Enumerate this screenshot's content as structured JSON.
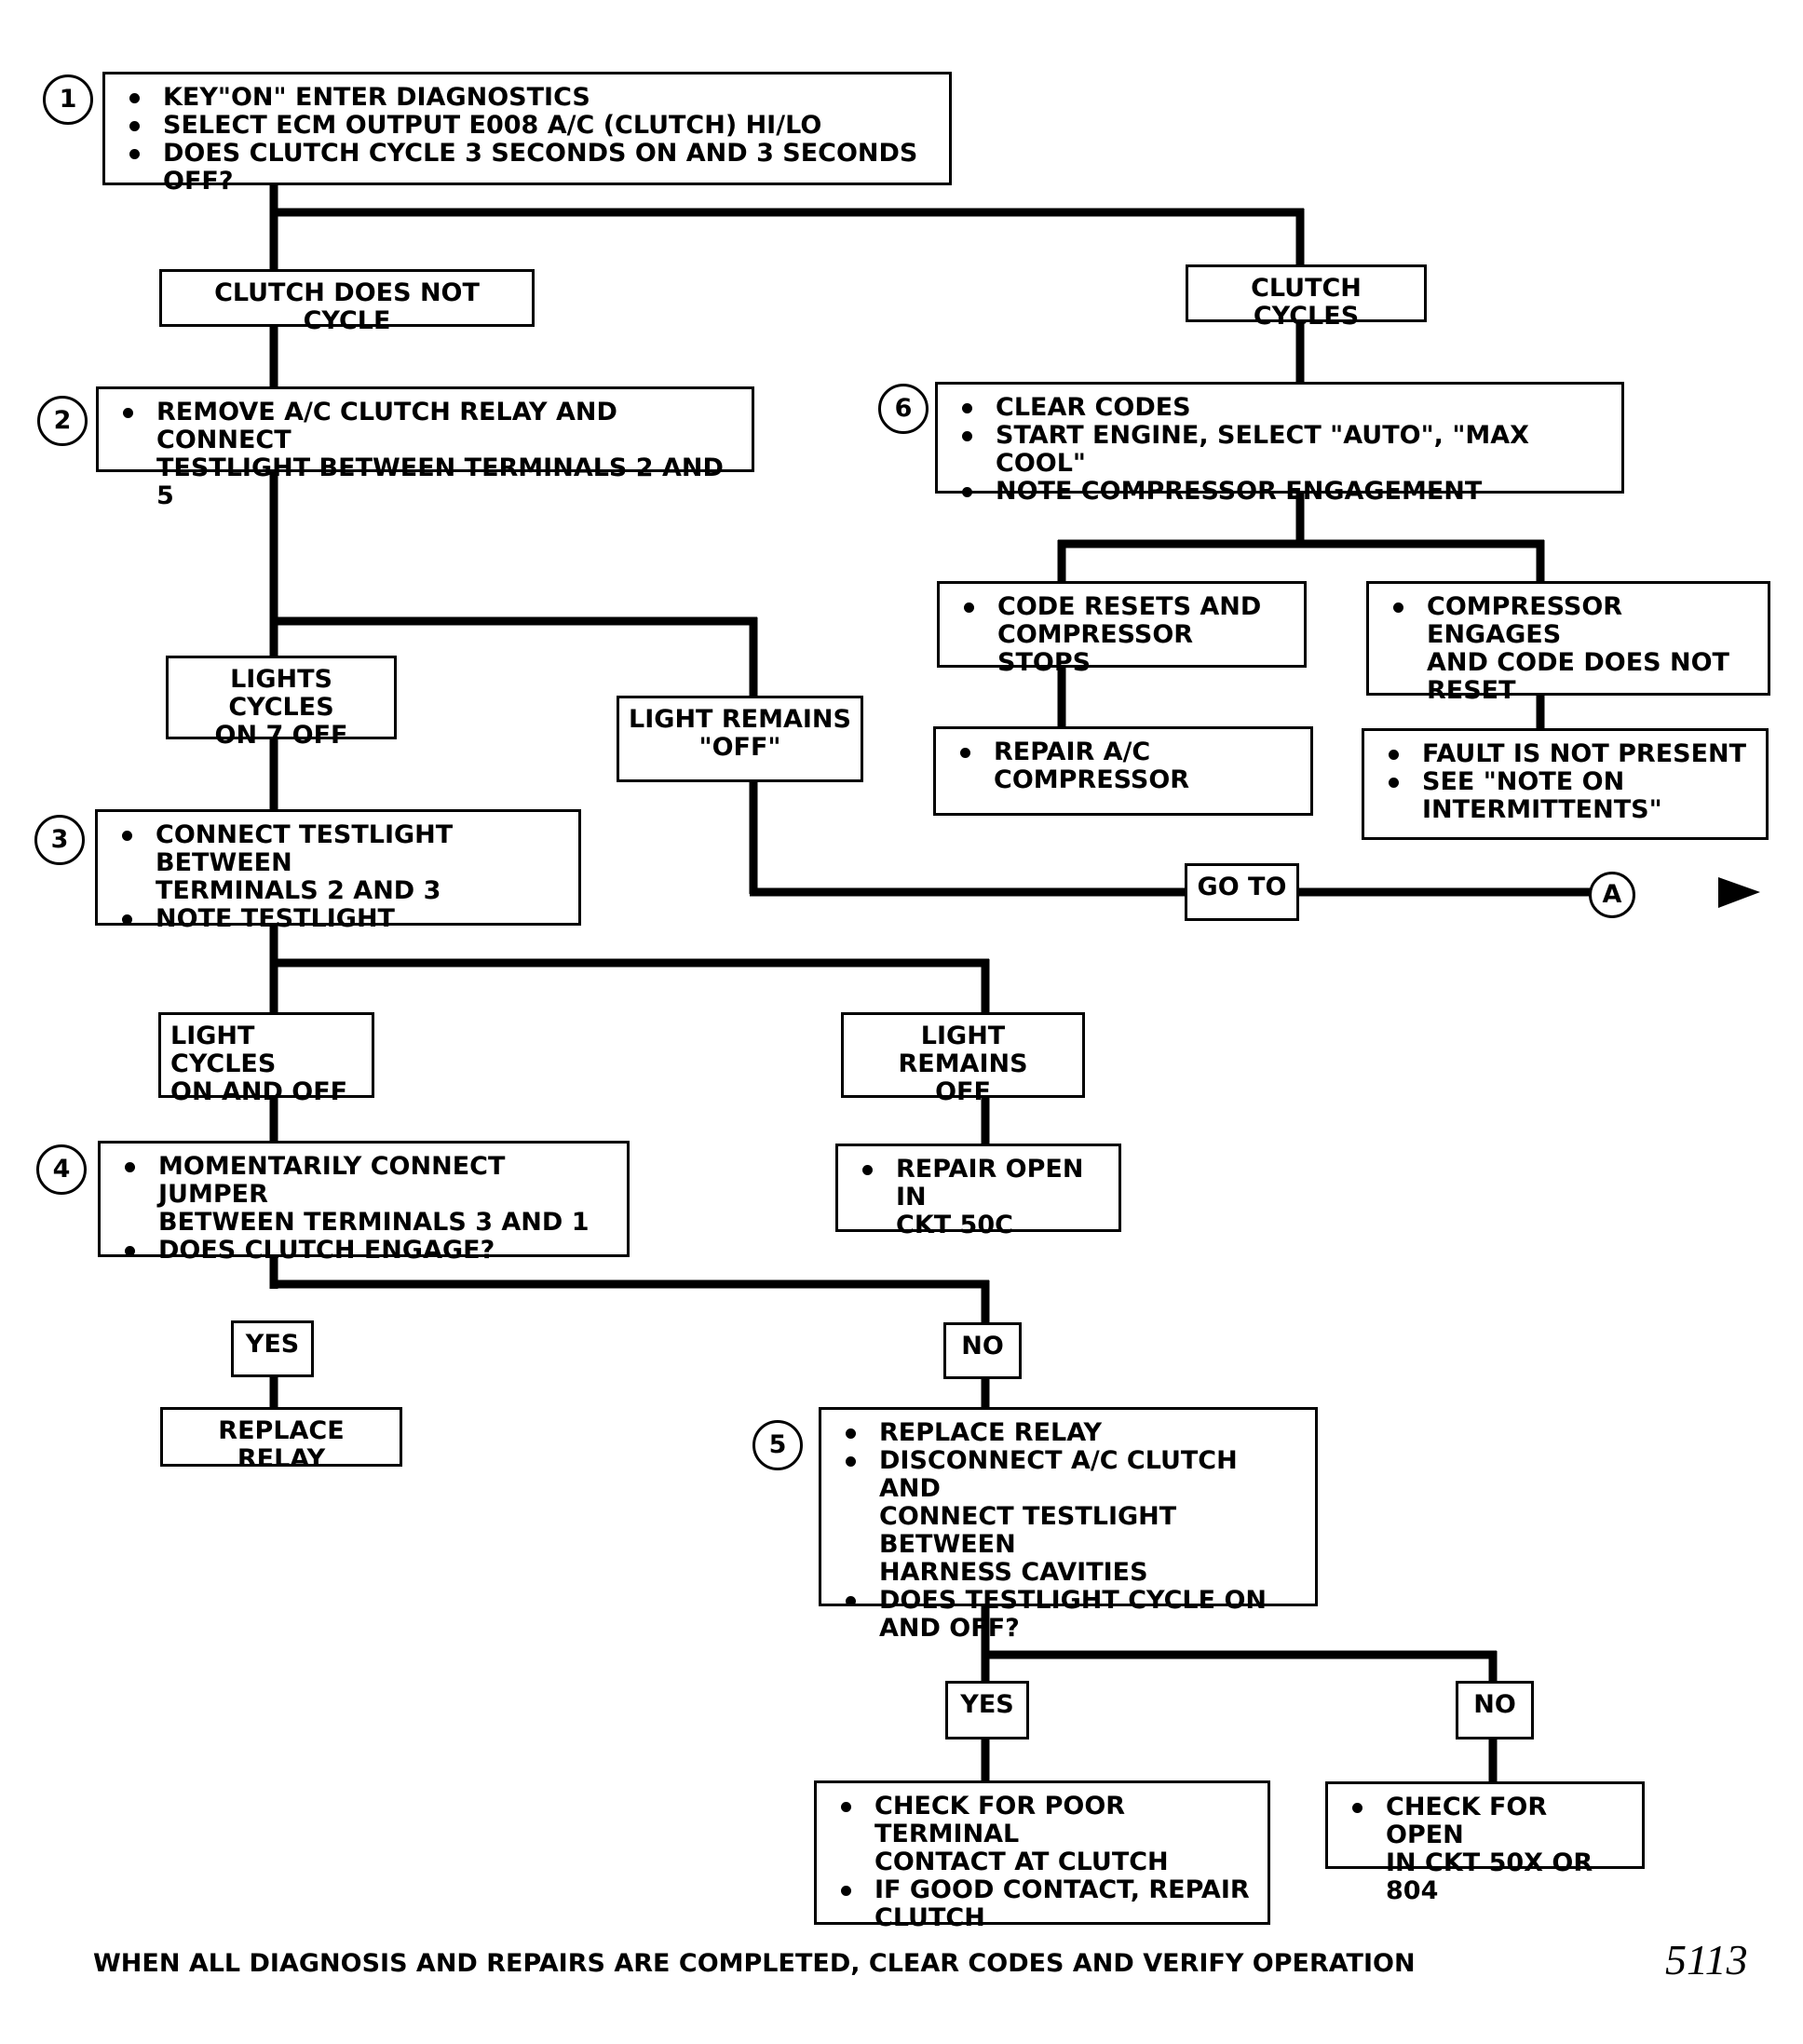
{
  "steps": [
    {
      "number": "1",
      "items": [
        "KEY\"ON\" ENTER DIAGNOSTICS",
        "SELECT ECM OUTPUT E008 A/C (CLUTCH) HI/LO",
        "DOES CLUTCH CYCLE 3 SECONDS ON AND 3 SECONDS OFF?"
      ]
    },
    {
      "number": "2",
      "items": [
        "REMOVE A/C CLUTCH RELAY AND CONNECT\nTESTLIGHT BETWEEN TERMINALS 2 AND 5"
      ]
    },
    {
      "number": "3",
      "items": [
        "CONNECT TESTLIGHT BETWEEN\nTERMINALS 2 AND 3",
        "NOTE TESTLIGHT"
      ]
    },
    {
      "number": "4",
      "items": [
        "MOMENTARILY CONNECT JUMPER\nBETWEEN TERMINALS 3 AND 1",
        "DOES CLUTCH ENGAGE?"
      ]
    },
    {
      "number": "5",
      "items": [
        "REPLACE RELAY",
        "DISCONNECT A/C CLUTCH AND\nCONNECT TESTLIGHT BETWEEN\nHARNESS CAVITIES",
        "DOES TESTLIGHT CYCLE ON\nAND OFF?"
      ]
    },
    {
      "number": "6",
      "items": [
        "CLEAR CODES",
        "START ENGINE, SELECT \"AUTO\", \"MAX COOL\"",
        "NOTE COMPRESSOR ENGAGEMENT"
      ]
    }
  ],
  "labels": {
    "clutch_not_cycle": "CLUTCH DOES NOT CYCLE",
    "clutch_cycles": "CLUTCH CYCLES",
    "lights_cycles_on_off": "LIGHTS CYCLES\nON 7 OFF",
    "light_remains_off_quoted": "LIGHT REMAINS\n\"OFF\"",
    "light_cycles_on_and_off": "LIGHT CYCLES\nON AND OFF",
    "light_remains_off": "LIGHT REMAINS\nOFF",
    "yes_1": "YES",
    "no_1": "NO",
    "replace_relay": "REPLACE RELAY",
    "yes_2": "YES",
    "no_2": "NO",
    "go_to": "GO TO",
    "connector_a": "A"
  },
  "results": {
    "repair_open_50c": [
      "REPAIR OPEN IN\nCKT 50C"
    ],
    "code_resets": [
      "CODE RESETS AND\nCOMPRESSOR STOPS"
    ],
    "compressor_engages": [
      "COMPRESSOR ENGAGES\nAND CODE DOES NOT\nRESET"
    ],
    "repair_compressor": [
      "REPAIR A/C\nCOMPRESSOR"
    ],
    "fault_not_present": [
      "FAULT IS NOT PRESENT",
      "SEE \"NOTE ON\nINTERMITTENTS\""
    ],
    "check_poor_terminal": [
      "CHECK FOR POOR TERMINAL\nCONTACT AT CLUTCH",
      "IF GOOD CONTACT, REPAIR\nCLUTCH"
    ],
    "check_open_50x": [
      "CHECK FOR OPEN\nIN CKT 50X OR 804"
    ]
  },
  "footer": "WHEN ALL DIAGNOSIS AND REPAIRS ARE COMPLETED, CLEAR CODES AND VERIFY OPERATION",
  "page_number": "5113"
}
